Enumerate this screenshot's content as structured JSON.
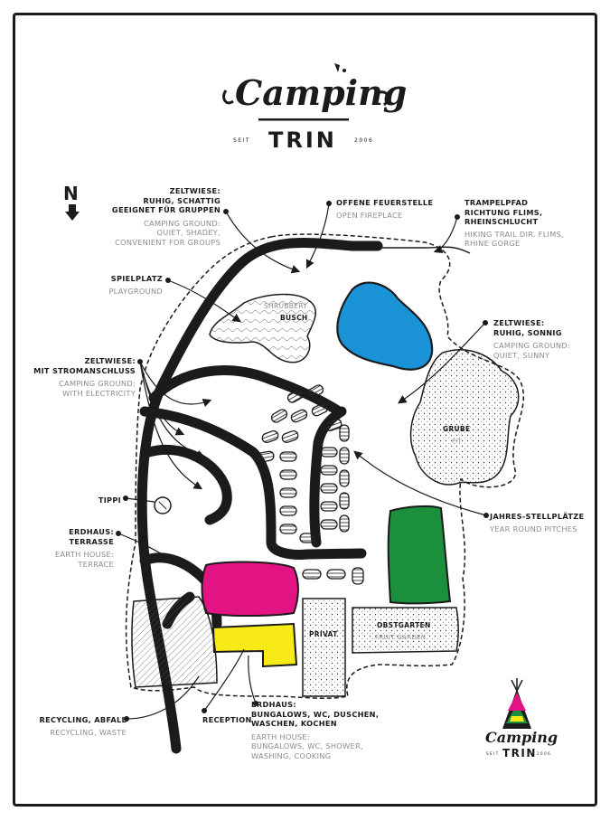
{
  "header": {
    "script_title": "Camping",
    "brand": "TRIN",
    "seit": "SEIT",
    "year": "2006"
  },
  "compass": {
    "letter": "N"
  },
  "labels": {
    "zeltwiese_schattig": {
      "de": [
        "Zeltwiese:",
        "ruhig, schattig",
        "geeignet für Gruppen"
      ],
      "en": [
        "Camping ground:",
        "quiet, shadey,",
        "convenient for groups"
      ]
    },
    "feuerstelle": {
      "de": [
        "offene Feuerstelle"
      ],
      "en": [
        "open fireplace"
      ]
    },
    "trampelpfad": {
      "de": [
        "Trampelpfad",
        "Richtung Flims,",
        "Rheinschlucht"
      ],
      "en": [
        "Hiking trail dir. Flims,",
        "Rhine gorge"
      ]
    },
    "spielplatz": {
      "de": [
        "Spielplatz"
      ],
      "en": [
        "Playground"
      ]
    },
    "zeltwiese_sonnig": {
      "de": [
        "Zeltwiese:",
        "ruhig, sonnig"
      ],
      "en": [
        "Camping ground:",
        "quiet, sunny"
      ]
    },
    "zeltwiese_strom": {
      "de": [
        "Zeltwiese:",
        "mit Stromanschluss"
      ],
      "en": [
        "Camping ground:",
        "with electricity"
      ]
    },
    "tippi": {
      "de": [
        "Tippi"
      ]
    },
    "jahres": {
      "de": [
        "Jahres-Stellplätze"
      ],
      "en": [
        "Year round pitches"
      ]
    },
    "erdhaus_terrasse": {
      "de": [
        "Erdhaus:",
        "Terrasse"
      ],
      "en": [
        "Earth house:",
        "terrace"
      ]
    },
    "recycling": {
      "de": [
        "Recycling, Abfall"
      ],
      "en": [
        "Recycling, waste"
      ]
    },
    "reception": {
      "de": [
        "Reception"
      ]
    },
    "erdhaus_bungalows": {
      "de": [
        "Erdhaus:",
        "Bungalows, WC, Duschen,",
        "Waschen, Kochen"
      ],
      "en": [
        "Earth house:",
        "bungalows, WC, shower,",
        "washing, cooking"
      ]
    }
  },
  "areas": {
    "shrubbery": "Shrubbery",
    "busch": "Busch",
    "grube": "Grube",
    "pit": "pit",
    "privat": "Privat",
    "obstgarten": "Obstgarten",
    "fruit_garden": "fruit garden"
  },
  "colors": {
    "ink": "#1b1b1b",
    "lake": "#1a93d6",
    "meadow": "#1a8f3c",
    "terrace": "#e21382",
    "reception": "#f7ea17",
    "english": "#8b8b8b"
  },
  "logo": {
    "script": "Camping",
    "brand": "TRIN",
    "seit": "SEIT",
    "year": "2006"
  }
}
